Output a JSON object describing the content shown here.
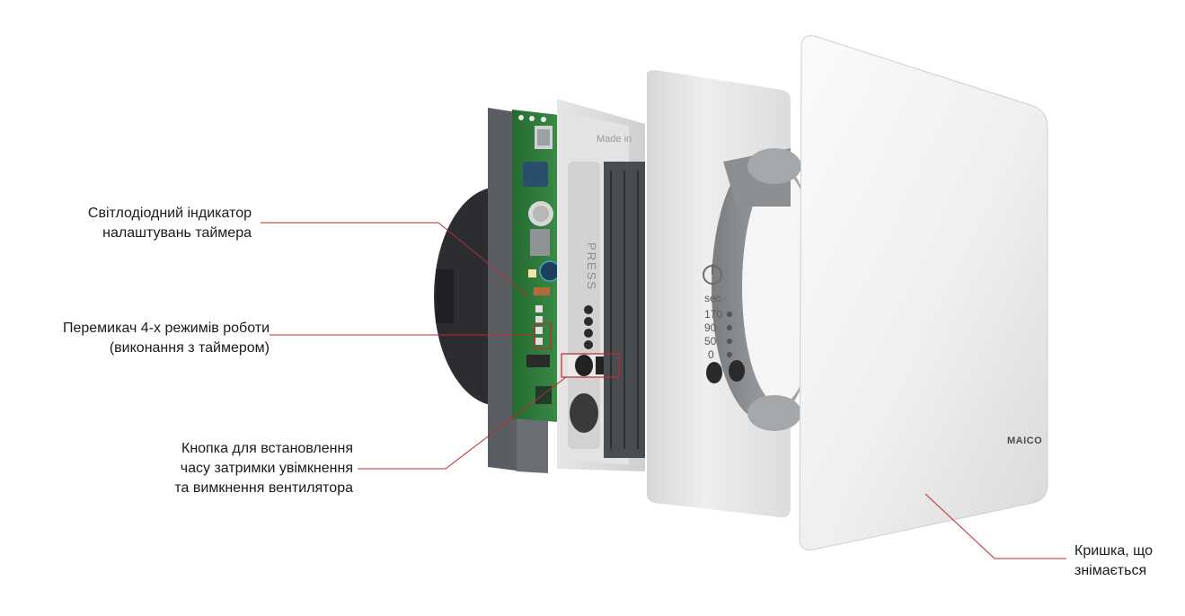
{
  "callouts": [
    {
      "lines": [
        "Світлодіодний індикатор",
        "налаштувань таймера"
      ]
    },
    {
      "lines": [
        "Перемикач 4-х режимів роботи",
        "(виконання з таймером)"
      ]
    },
    {
      "lines": [
        "Кнопка для встановлення",
        "часу затримки увімкнення",
        "та вимкнення вентилятора"
      ]
    },
    {
      "lines": [
        "Кришка, що",
        "знімається"
      ]
    }
  ],
  "product": {
    "front_panel": {
      "timer_scale": [
        "sec",
        "170",
        "90",
        "50",
        "0"
      ],
      "press_label": "PRESS",
      "imprint": "Made in"
    },
    "cover_logo": "MAICO"
  },
  "colors": {
    "leader_line": "#c0282d",
    "pcb": "#2f7a3a",
    "housing_dark": "#5a5e63"
  }
}
